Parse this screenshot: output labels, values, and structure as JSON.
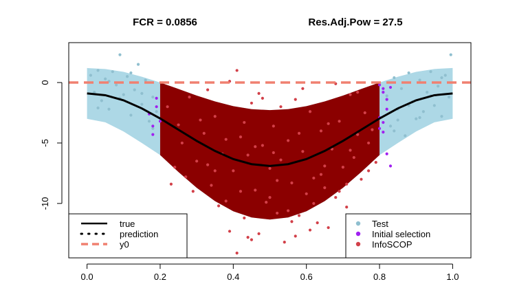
{
  "chart_data": {
    "type": "scatter",
    "title_left": "FCR =  0.0856",
    "title_right": "Res.Adj.Pow =  27.5",
    "xlabel": "",
    "ylabel": "",
    "xlim": [
      -0.05,
      1.05
    ],
    "ylim": [
      -14.5,
      3.3
    ],
    "x_ticks": [
      {
        "value": 0.0,
        "label": "0.0"
      },
      {
        "value": 0.2,
        "label": "0.2"
      },
      {
        "value": 0.4,
        "label": "0.4"
      },
      {
        "value": 0.6,
        "label": "0.6"
      },
      {
        "value": 0.8,
        "label": "0.8"
      },
      {
        "value": 1.0,
        "label": "1.0"
      }
    ],
    "y_ticks": [
      {
        "value": 0,
        "label": "0"
      },
      {
        "value": -5,
        "label": "-5"
      },
      {
        "value": -10,
        "label": "-10"
      }
    ],
    "y0": 0,
    "selection_region": [
      0.2,
      0.8
    ],
    "true_curve": {
      "description_formula": "y = -0.9 - 6.0 * (1 - cos(2*pi*x)) / 2",
      "x": [
        0.0,
        0.05,
        0.1,
        0.15,
        0.2,
        0.25,
        0.3,
        0.35,
        0.4,
        0.45,
        0.5,
        0.55,
        0.6,
        0.65,
        0.7,
        0.75,
        0.8,
        0.85,
        0.9,
        0.95,
        1.0
      ],
      "y": [
        -0.9,
        -1.05,
        -1.47,
        -2.14,
        -2.97,
        -3.9,
        -4.83,
        -5.66,
        -6.33,
        -6.75,
        -6.9,
        -6.75,
        -6.33,
        -5.66,
        -4.83,
        -3.9,
        -2.97,
        -2.14,
        -1.47,
        -1.05,
        -0.9
      ]
    },
    "band": {
      "x": [
        0.0,
        0.05,
        0.1,
        0.15,
        0.2,
        0.25,
        0.3,
        0.35,
        0.4,
        0.45,
        0.5,
        0.55,
        0.6,
        0.65,
        0.7,
        0.75,
        0.8,
        0.85,
        0.9,
        0.95,
        1.0
      ],
      "upper": [
        1.2,
        1.12,
        0.88,
        0.48,
        0.0,
        -0.53,
        -1.08,
        -1.56,
        -1.95,
        -2.2,
        -2.28,
        -2.2,
        -1.95,
        -1.56,
        -1.08,
        -0.53,
        0.0,
        0.48,
        0.88,
        1.12,
        1.2
      ],
      "lower": [
        -3.0,
        -3.29,
        -4.05,
        -5.0,
        -6.0,
        -7.4,
        -8.71,
        -9.81,
        -10.65,
        -11.16,
        -11.33,
        -11.16,
        -10.65,
        -9.81,
        -8.71,
        -7.4,
        -6.0,
        -5.0,
        -4.05,
        -3.29,
        -3.0
      ]
    },
    "series": [
      {
        "name": "Test",
        "color": "#8fbfcf",
        "points": [
          [
            0.01,
            0.6
          ],
          [
            0.02,
            -0.8
          ],
          [
            0.03,
            1.0
          ],
          [
            0.04,
            -1.5
          ],
          [
            0.05,
            0.3
          ],
          [
            0.06,
            -2.2
          ],
          [
            0.07,
            0.9
          ],
          [
            0.08,
            -0.2
          ],
          [
            0.09,
            2.3
          ],
          [
            0.1,
            -1.0
          ],
          [
            0.11,
            0.5
          ],
          [
            0.12,
            -2.7
          ],
          [
            0.13,
            -0.6
          ],
          [
            0.14,
            1.5
          ],
          [
            0.15,
            -1.8
          ],
          [
            0.16,
            0.2
          ],
          [
            0.17,
            -3.2
          ],
          [
            0.18,
            -1.2
          ],
          [
            0.19,
            -2.4
          ],
          [
            0.03,
            -2.1
          ],
          [
            0.06,
            0.1
          ],
          [
            0.09,
            -1.3
          ],
          [
            0.12,
            0.8
          ],
          [
            0.15,
            -0.9
          ],
          [
            0.18,
            -3.8
          ],
          [
            0.82,
            -1.1
          ],
          [
            0.83,
            -3.6
          ],
          [
            0.84,
            0.4
          ],
          [
            0.85,
            -2.2
          ],
          [
            0.86,
            -0.5
          ],
          [
            0.87,
            -4.4
          ],
          [
            0.88,
            0.8
          ],
          [
            0.89,
            -1.6
          ],
          [
            0.9,
            -3.0
          ],
          [
            0.91,
            0.2
          ],
          [
            0.92,
            -2.4
          ],
          [
            0.93,
            -0.8
          ],
          [
            0.94,
            0.9
          ],
          [
            0.95,
            -1.9
          ],
          [
            0.96,
            -0.3
          ],
          [
            0.97,
            -2.8
          ],
          [
            0.98,
            0.6
          ],
          [
            0.99,
            -1.2
          ],
          [
            0.995,
            2.3
          ],
          [
            0.85,
            -3.1
          ],
          [
            0.88,
            -1.9
          ],
          [
            0.91,
            -2.9
          ],
          [
            0.94,
            -1.1
          ],
          [
            0.97,
            0.4
          ],
          [
            0.84,
            -4.0
          ]
        ]
      },
      {
        "name": "Initial selection",
        "color": "#a020f0",
        "points": [
          [
            0.17,
            -2.6
          ],
          [
            0.18,
            -3.6
          ],
          [
            0.19,
            -2.0
          ],
          [
            0.2,
            -3.2
          ],
          [
            0.18,
            -4.3
          ],
          [
            0.19,
            -1.3
          ],
          [
            0.8,
            -0.2
          ],
          [
            0.81,
            -0.8
          ],
          [
            0.82,
            -1.4
          ],
          [
            0.8,
            -2.9
          ],
          [
            0.81,
            -3.3
          ],
          [
            0.82,
            -2.2
          ],
          [
            0.83,
            -0.4
          ],
          [
            0.81,
            -4.1
          ],
          [
            0.82,
            -5.9
          ],
          [
            0.83,
            -6.9
          ],
          [
            0.8,
            -3.8
          ],
          [
            0.81,
            -0.5
          ]
        ]
      },
      {
        "name": "InfoSCOP",
        "color": "#d24049",
        "points": [
          [
            0.22,
            -2.0
          ],
          [
            0.25,
            -3.5
          ],
          [
            0.28,
            -1.2
          ],
          [
            0.3,
            -6.5
          ],
          [
            0.32,
            -4.2
          ],
          [
            0.34,
            -8.5
          ],
          [
            0.35,
            -2.8
          ],
          [
            0.37,
            -5.9
          ],
          [
            0.38,
            -9.8
          ],
          [
            0.39,
            0.1
          ],
          [
            0.4,
            -7.3
          ],
          [
            0.41,
            -14.1
          ],
          [
            0.42,
            -4.5
          ],
          [
            0.43,
            -11.2
          ],
          [
            0.44,
            -6.0
          ],
          [
            0.45,
            -1.7
          ],
          [
            0.46,
            -8.9
          ],
          [
            0.47,
            -12.5
          ],
          [
            0.48,
            -5.2
          ],
          [
            0.49,
            -9.9
          ],
          [
            0.5,
            -7.1
          ],
          [
            0.51,
            -3.6
          ],
          [
            0.52,
            -10.8
          ],
          [
            0.53,
            -6.4
          ],
          [
            0.54,
            -13.2
          ],
          [
            0.55,
            -4.8
          ],
          [
            0.56,
            -8.3
          ],
          [
            0.57,
            -1.4
          ],
          [
            0.58,
            -11.0
          ],
          [
            0.59,
            -5.7
          ],
          [
            0.6,
            -9.2
          ],
          [
            0.61,
            -2.4
          ],
          [
            0.62,
            -7.9
          ],
          [
            0.63,
            -11.6
          ],
          [
            0.64,
            -4.0
          ],
          [
            0.65,
            -8.7
          ],
          [
            0.66,
            -12.0
          ],
          [
            0.67,
            -5.5
          ],
          [
            0.68,
            -9.5
          ],
          [
            0.69,
            -3.2
          ],
          [
            0.7,
            -7.0
          ],
          [
            0.71,
            -10.3
          ],
          [
            0.72,
            -1.0
          ],
          [
            0.73,
            -6.2
          ],
          [
            0.74,
            -4.3
          ],
          [
            0.75,
            -8.0
          ],
          [
            0.76,
            -2.5
          ],
          [
            0.77,
            -5.0
          ],
          [
            0.78,
            -3.9
          ],
          [
            0.79,
            -6.6
          ],
          [
            0.24,
            -7.0
          ],
          [
            0.26,
            -5.0
          ],
          [
            0.29,
            -9.0
          ],
          [
            0.31,
            -3.1
          ],
          [
            0.33,
            -6.8
          ],
          [
            0.36,
            -10.2
          ],
          [
            0.38,
            -4.7
          ],
          [
            0.41,
            1.0
          ],
          [
            0.44,
            -12.8
          ],
          [
            0.47,
            -0.9
          ],
          [
            0.5,
            -9.5
          ],
          [
            0.53,
            -2.0
          ],
          [
            0.56,
            -11.5
          ],
          [
            0.59,
            -0.5
          ],
          [
            0.62,
            -10.0
          ],
          [
            0.65,
            -6.9
          ],
          [
            0.68,
            -0.1
          ],
          [
            0.71,
            -8.4
          ],
          [
            0.74,
            -0.8
          ],
          [
            0.77,
            -7.3
          ],
          [
            0.23,
            -8.4
          ],
          [
            0.27,
            -7.8
          ],
          [
            0.39,
            -12.3
          ],
          [
            0.45,
            -13.0
          ],
          [
            0.57,
            -12.7
          ],
          [
            0.61,
            -12.2
          ],
          [
            0.43,
            -3.3
          ],
          [
            0.51,
            -5.8
          ],
          [
            0.66,
            -3.4
          ],
          [
            0.72,
            -5.6
          ],
          [
            0.35,
            -7.3
          ],
          [
            0.48,
            -1.3
          ],
          [
            0.52,
            -8.1
          ],
          [
            0.58,
            -4.2
          ],
          [
            0.64,
            -7.6
          ],
          [
            0.46,
            -5.3
          ],
          [
            0.33,
            -0.6
          ],
          [
            0.55,
            -10.6
          ],
          [
            0.42,
            -9.0
          ],
          [
            0.69,
            -9.0
          ]
        ]
      }
    ],
    "legend_left": {
      "position": "bottom-left",
      "entries": [
        {
          "label": "true",
          "style": "solid",
          "color": "#000000"
        },
        {
          "label": "prediction",
          "style": "dotted",
          "color": "#000000"
        },
        {
          "label": "y0",
          "style": "dashed",
          "color": "#f08070"
        }
      ]
    },
    "legend_right": {
      "position": "bottom-right",
      "entries": [
        {
          "label": "Test",
          "color": "#8fbfcf"
        },
        {
          "label": "Initial selection",
          "color": "#a020f0"
        },
        {
          "label": "InfoSCOP",
          "color": "#d24049"
        }
      ]
    },
    "colors": {
      "band_outer": "#add8e6",
      "band_inner": "#8b0000",
      "y0_line": "#f08070",
      "true_line": "#000000"
    }
  }
}
